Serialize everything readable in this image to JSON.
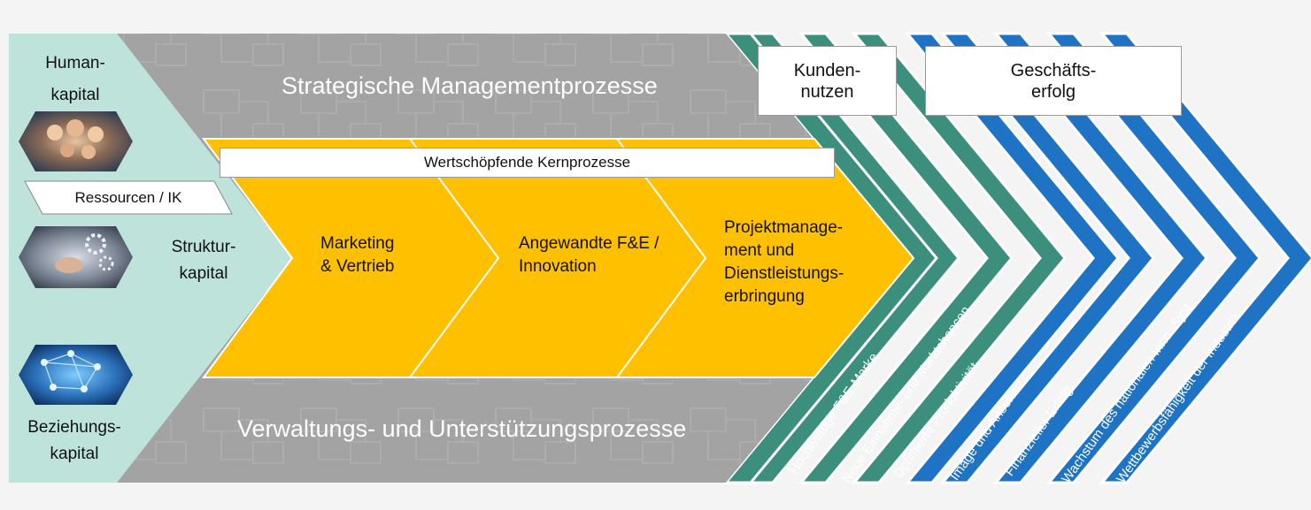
{
  "left": {
    "human_capital_line1": "Human-",
    "human_capital_line2": "kapital",
    "resources_box": "Ressourcen / IK",
    "structural_capital_line1": "Struktur-",
    "structural_capital_line2": "kapital",
    "relational_capital_line1": "Beziehungs-",
    "relational_capital_line2": "kapital"
  },
  "center": {
    "strategic_title": "Strategische Managementprozesse",
    "core_box": "Wertschöpfende Kernprozesse",
    "core_1_line1": "Marketing",
    "core_1_line2": "& Vertrieb",
    "core_2_line1": "Angewandte F&E /",
    "core_2_line2": "Innovation",
    "core_3_line1": "Projektmanage-",
    "core_3_line2": "ment und",
    "core_3_line3": "Dienstleistungs-",
    "core_3_line4": "erbringung",
    "support_title": "Verwaltungs- und Unterstützungsprozesse"
  },
  "customer_benefit": {
    "title_line1": "Kunden-",
    "title_line2": "nutzen",
    "items": [
      "Hochwertige F&E-Marke",
      "Neue Einnahme- und Marktchancen",
      "Optimierte Produktivität"
    ]
  },
  "business_success": {
    "title_line1": "Geschäfts-",
    "title_line2": "erfolg",
    "items": [
      "Image und Ansehen",
      "Finanzieller Erfolg",
      "Wachstum des nationalen Inno.-Syst.",
      "Wettbewerbsfähigkeit der Industrie"
    ]
  },
  "colors": {
    "mint": "#bde3da",
    "gray": "#9c9c9c",
    "yellow": "#ffc000",
    "green": "#3c8e7d",
    "blue": "#1e73c4"
  },
  "icons": [
    "team-photo-icon",
    "gears-hand-photo-icon",
    "network-photo-icon"
  ]
}
